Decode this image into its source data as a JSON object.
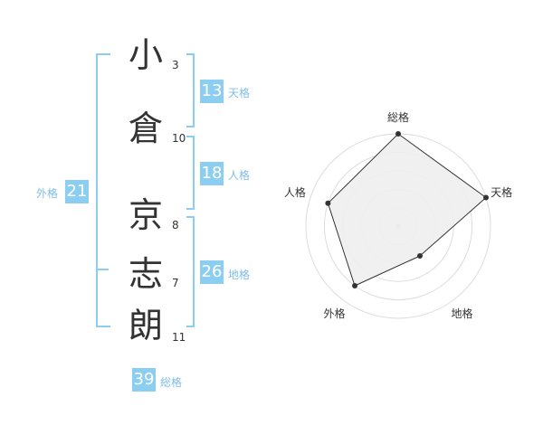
{
  "name": {
    "chars": [
      {
        "char": "小",
        "strokes": "3"
      },
      {
        "char": "倉",
        "strokes": "10"
      },
      {
        "char": "京",
        "strokes": "8"
      },
      {
        "char": "志",
        "strokes": "7"
      },
      {
        "char": "朗",
        "strokes": "11"
      }
    ]
  },
  "fortunes": {
    "tenkaku": {
      "value": "13",
      "label": "天格"
    },
    "jinkaku": {
      "value": "18",
      "label": "人格"
    },
    "chikaku": {
      "value": "26",
      "label": "地格"
    },
    "gaikaku": {
      "value": "21",
      "label": "外格"
    },
    "soukaku": {
      "value": "39",
      "label": "総格"
    }
  },
  "radar": {
    "axes": [
      "総格",
      "天格",
      "地格",
      "外格",
      "人格"
    ],
    "values": [
      1.0,
      1.0,
      0.4,
      0.8,
      0.8
    ]
  },
  "colors": {
    "accent": "#8ccdf2",
    "label": "#7fbee8",
    "text": "#333333",
    "radar_fill": "#eeeeee",
    "radar_ring": "#dddddd"
  }
}
